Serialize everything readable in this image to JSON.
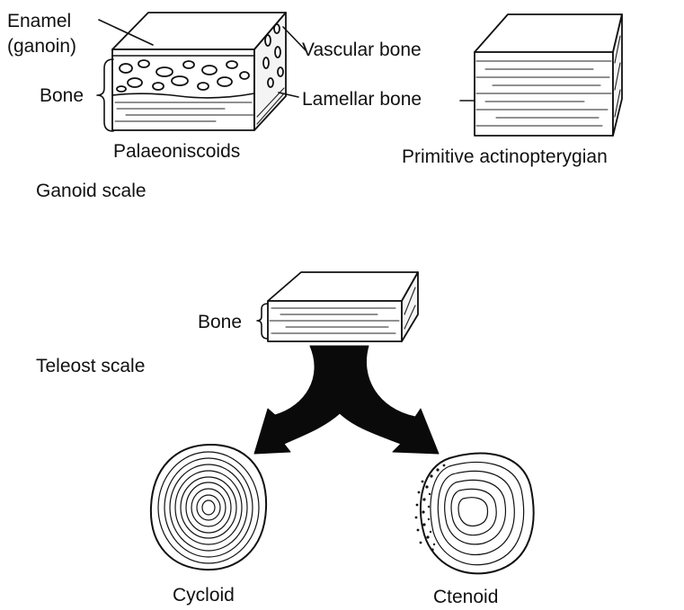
{
  "ganoid_section": {
    "caption": "Ganoid scale",
    "palaeoniscoid_block": {
      "name": "Palaeoniscoids",
      "label_enamel_line1": "Enamel",
      "label_enamel_line2": "(ganoin)",
      "label_bone": "Bone",
      "label_vascular_bone": "Vascular bone",
      "label_lamellar_bone": "Lamellar bone"
    },
    "primitive_block": {
      "name": "Primitive actinopterygian"
    }
  },
  "teleost_section": {
    "caption": "Teleost scale",
    "label_bone": "Bone",
    "scales": [
      {
        "name": "Cycloid"
      },
      {
        "name": "Ctenoid"
      }
    ]
  }
}
